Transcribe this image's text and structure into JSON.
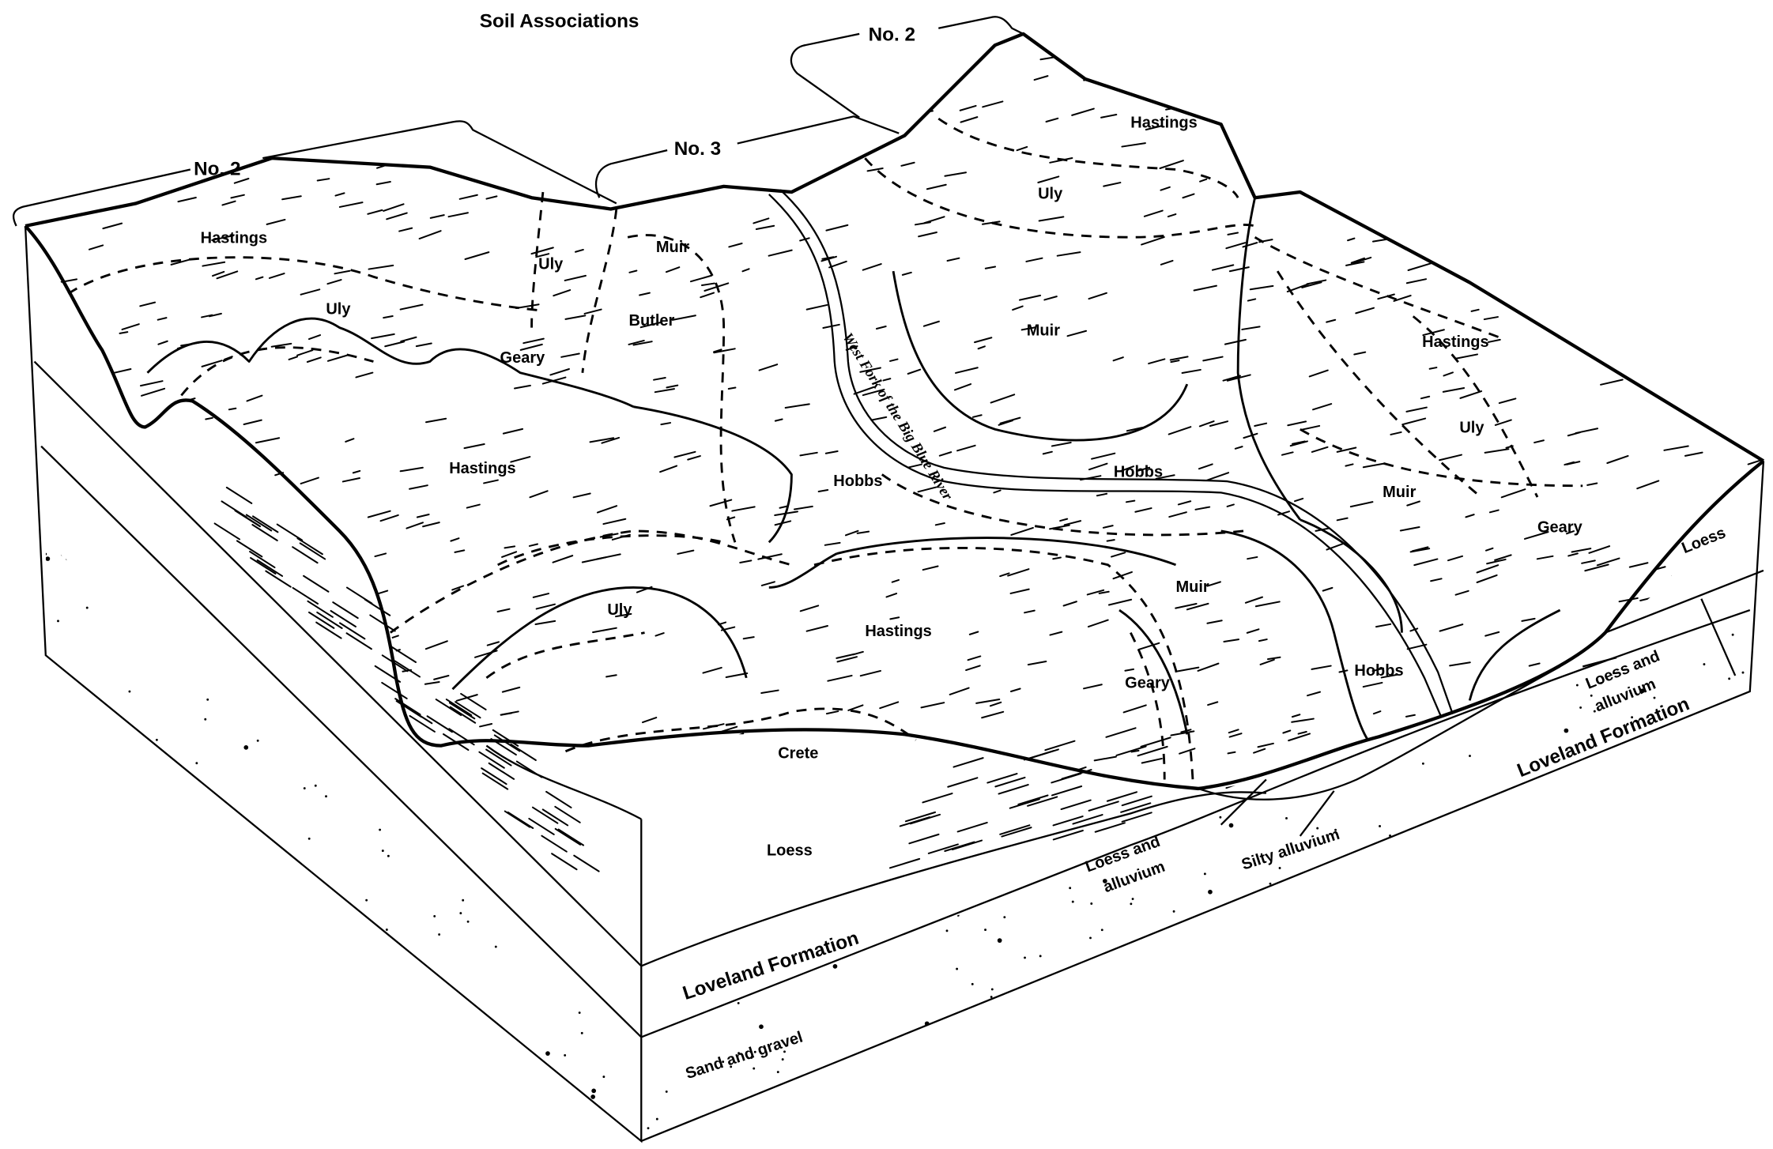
{
  "title": "Soil Associations",
  "associations": {
    "left": "No. 2",
    "middle": "No. 3",
    "right": "No. 2"
  },
  "soils": {
    "hastings_nw": "Hastings",
    "uly_n": "Uly",
    "muir_n": "Muir",
    "uly_w": "Uly",
    "butler": "Butler",
    "geary_w": "Geary",
    "muir_c": "Muir",
    "hastings_ne": "Hastings",
    "uly_ne": "Uly",
    "hastings_e": "Hastings",
    "uly_e": "Uly",
    "muir_e": "Muir",
    "geary_e": "Geary",
    "hastings_w": "Hastings",
    "hobbs_w": "Hobbs",
    "hobbs_c": "Hobbs",
    "uly_s": "Uly",
    "hastings_s": "Hastings",
    "muir_s": "Muir",
    "geary_s": "Geary",
    "hobbs_s": "Hobbs",
    "crete": "Crete"
  },
  "river": "West Fork of the Big Blue River",
  "strata": {
    "loess_front": "Loess",
    "loveland_front": "Loveland Formation",
    "sand_gravel": "Sand and gravel",
    "loess_alluvium_front_1": "Loess and",
    "loess_alluvium_front_2": "alluvium",
    "silty_alluvium": "Silty alluvium",
    "loess_right": "Loess",
    "loess_alluvium_right_1": "Loess and",
    "loess_alluvium_right_2": "alluvium",
    "loveland_right": "Loveland Formation"
  }
}
